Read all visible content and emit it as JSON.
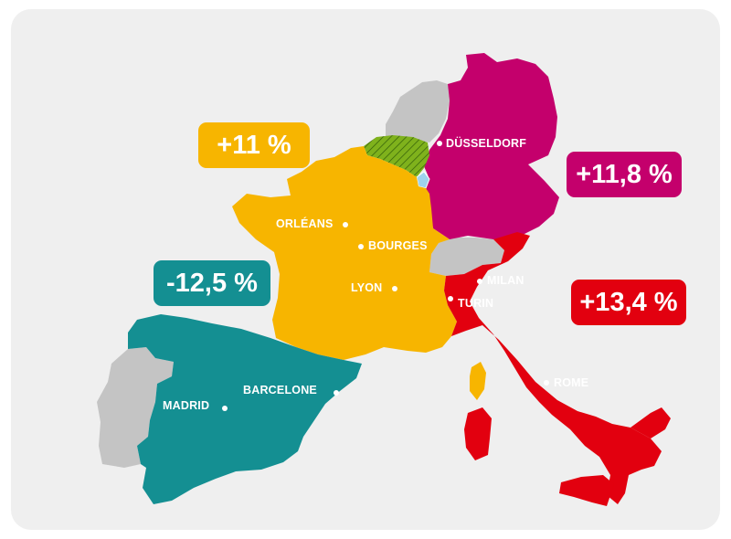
{
  "colors": {
    "background": "#efefef",
    "other_land": "#c4c4c4",
    "france": "#f7b500",
    "germany": "#c4006c",
    "italy": "#e2000f",
    "spain": "#148f92",
    "belgium": "#7fb21c",
    "luxembourg": "#9fd3ee"
  },
  "regions": [
    {
      "id": "france",
      "change": "+11 %"
    },
    {
      "id": "germany",
      "change": "+11,8 %"
    },
    {
      "id": "spain",
      "change": "-12,5 %"
    },
    {
      "id": "italy",
      "change": "+13,4 %"
    }
  ],
  "cities": {
    "dusseldorf": "DÜSSELDORF",
    "orleans": "ORLÉANS",
    "bourges": "BOURGES",
    "lyon": "LYON",
    "milan": "MILAN",
    "turin": "TURIN",
    "barcelone": "BARCELONE",
    "madrid": "MADRID",
    "rome": "ROME"
  }
}
